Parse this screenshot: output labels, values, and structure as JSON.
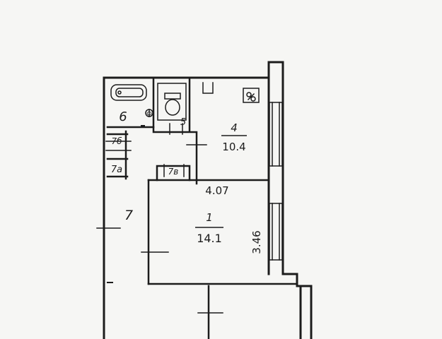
{
  "floorplan": {
    "rooms": [
      {
        "number": "1",
        "area": "14.1"
      },
      {
        "number": "4",
        "area": "10.4"
      },
      {
        "number": "5"
      },
      {
        "number": "6"
      },
      {
        "number": "7"
      },
      {
        "number": "7а"
      },
      {
        "number": "7б"
      },
      {
        "number": "7в"
      }
    ],
    "dimensions": {
      "room1_width": "4.07",
      "room1_depth": "3.46"
    },
    "fixture_label": "Ф"
  }
}
